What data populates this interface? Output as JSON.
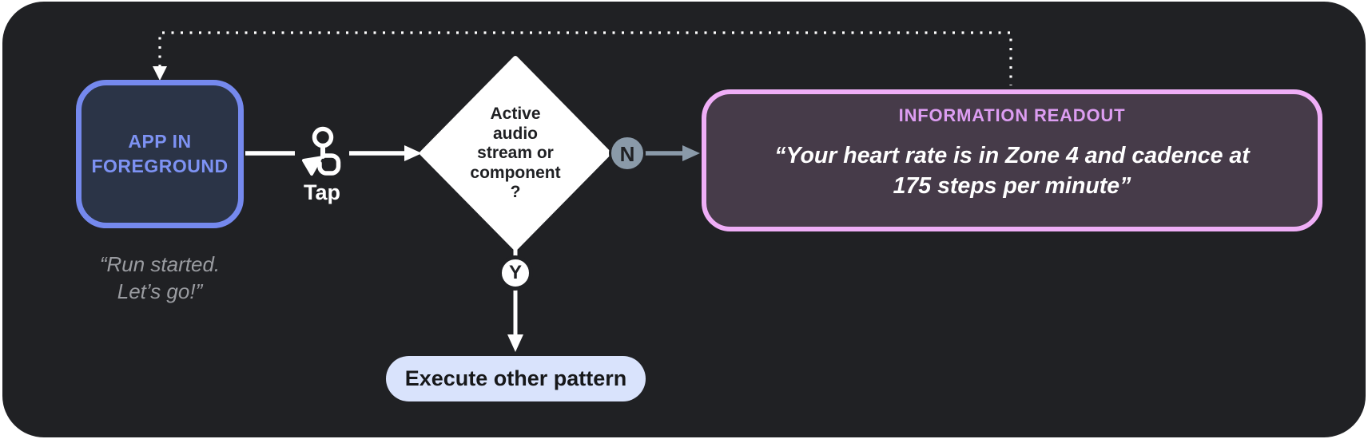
{
  "colors": {
    "page_bg": "#ffffff",
    "panel_bg": "#202124",
    "white": "#ffffff",
    "blue_border": "#7589ee",
    "blue_fill": "#2b3447",
    "blue_text": "#7d92f3",
    "quote_text": "#9a9ca1",
    "diamond_fill": "#ffffff",
    "diamond_text": "#1f2023",
    "slate": "#8a9aa9",
    "badge_letter": "#202124",
    "readout_border": "#efaef7",
    "readout_fill": "#463b49",
    "readout_title": "#dd9df2",
    "pill_bg": "#d9e3fc",
    "pill_text": "#17181a"
  },
  "nodes": {
    "app_state": {
      "label": "APP IN\nFOREGROUND",
      "quote_line1": "“Run started.",
      "quote_line2": "Let’s go!”"
    },
    "gesture": {
      "label": "Tap"
    },
    "decision": {
      "lines": [
        "Active",
        "audio",
        "stream or",
        "component",
        "?"
      ]
    },
    "branch_no": {
      "label": "N"
    },
    "branch_yes": {
      "label": "Y"
    },
    "readout": {
      "title": "INFORMATION READOUT",
      "quote_line1": "“Your heart rate is in Zone 4 and cadence at",
      "quote_line2": "175 steps per minute”"
    },
    "other_pattern": {
      "label": "Execute other pattern"
    }
  }
}
